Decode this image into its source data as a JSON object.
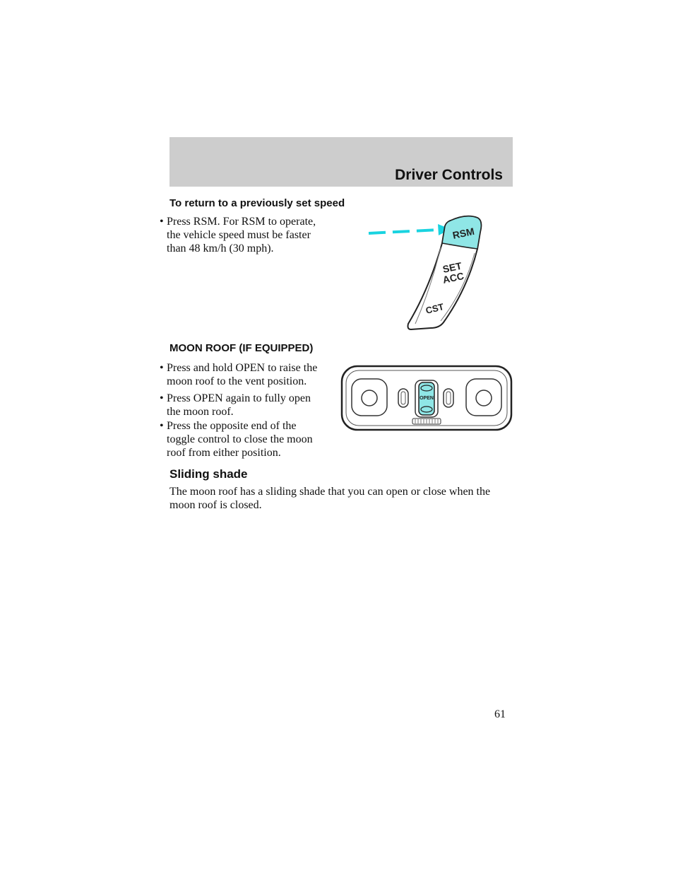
{
  "header": {
    "section_title": "Driver Controls"
  },
  "resume": {
    "heading": "To return to a previously set speed",
    "bullets": [
      [
        "Press RSM. For RSM to operate,",
        "the vehicle speed must be faster",
        "than 48 km/h (30 mph)."
      ]
    ]
  },
  "moonroof": {
    "heading": "MOON ROOF (IF EQUIPPED)",
    "bullets": [
      [
        "Press and hold OPEN to raise the",
        "moon roof to the vent position."
      ],
      [
        "Press OPEN again to fully open",
        "the moon roof."
      ],
      [
        "Press the opposite end of the",
        "toggle control to close the moon",
        "roof from either position."
      ]
    ]
  },
  "shade": {
    "heading": "Sliding shade",
    "paragraph": [
      "The moon roof has a sliding shade that you can open or close when the",
      "moon roof is closed."
    ]
  },
  "figure_cruise": {
    "labels": {
      "rsm": "RSM",
      "set": "SET",
      "acc": "ACC",
      "cst": "CST"
    },
    "highlight_color": "#8fe6e6",
    "arrow_color": "#19d3e0"
  },
  "figure_moonroof": {
    "labels": {
      "open": "OPEN"
    },
    "highlight_color": "#8fe6e6"
  },
  "page_number": "61",
  "bullet_char": "•"
}
